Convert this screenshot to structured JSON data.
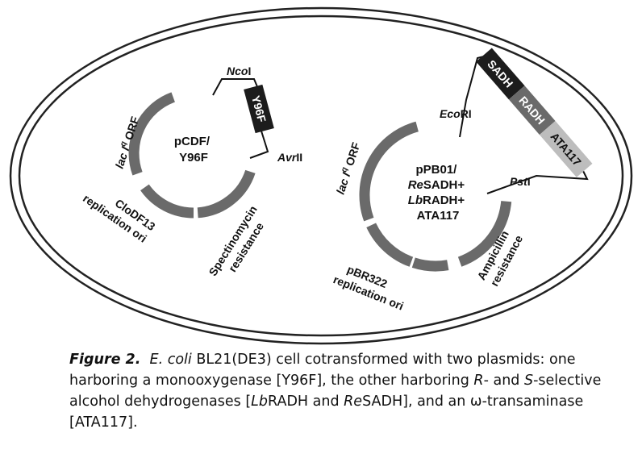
{
  "plasmid1": {
    "name_line1": "pCDF/",
    "name_line2": "Y96F",
    "lac_orf": "lac I",
    "lac_orf_sup": "q",
    "lac_orf_end": " ORF",
    "site_top": "NcoI",
    "site_right": "AvrII",
    "gene": "Y96F",
    "ori_line1": "CloDF13",
    "ori_line2": "replication ori",
    "resist_line1": "Spectinomycin",
    "resist_line2": "resistance"
  },
  "plasmid2": {
    "name_line1": "pPB01/",
    "name_line2_italic": "Re",
    "name_line2": "SADH+",
    "name_line3_italic": "Lb",
    "name_line3": "RADH+",
    "name_line4": "ATA117",
    "lac_orf": "lac I",
    "lac_orf_sup": "q",
    "lac_orf_end": " ORF",
    "site_top": "EcoRI",
    "site_right": "PstI",
    "gene1": "SADH",
    "gene2": "RADH",
    "gene3": "ATA117",
    "ori_line1": "pBR322",
    "ori_line2": "replication ori",
    "resist_line1": "Ampicillin",
    "resist_line2": "resistance"
  },
  "caption": {
    "label": "Figure 2.",
    "ecoli": "E. coli",
    "t1": " BL21(DE3) cell cotransformed with two plasmids: one harboring a monooxygenase [Y96F], the other harboring ",
    "r": "R",
    "t2": "- and ",
    "s": "S",
    "t3": "-selective alcohol dehydrogenases [",
    "lb": "Lb",
    "t4": "RADH and ",
    "re": "Re",
    "t5": "SADH], and an ω-transaminase [ATA117]."
  },
  "colors": {
    "segment": "#6a6a6a",
    "thin": "#8a8a8a",
    "gene_dark": "#1c1c1c",
    "gene_mid": "#5a5a5a",
    "gene_light": "#8c8c8c",
    "gene_pale": "#b4b4b4"
  }
}
